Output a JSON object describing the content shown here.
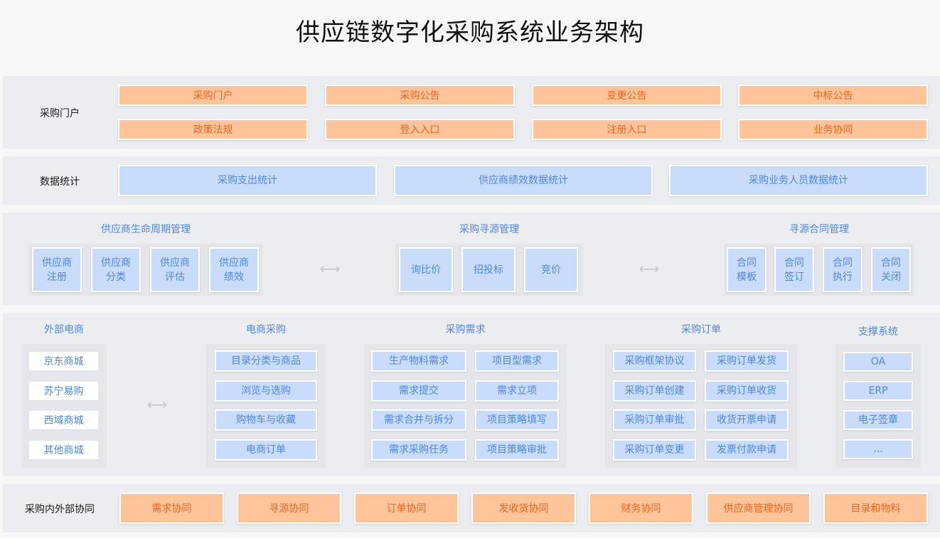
{
  "title": "供应链数字化采购系统业务架构",
  "portal": {
    "label": "采购门户",
    "items": [
      "采购门户",
      "采购公告",
      "变更公告",
      "中标公告",
      "政策法规",
      "登入入口",
      "注册入口",
      "业务协同"
    ]
  },
  "stats": {
    "label": "数据统计",
    "items": [
      "采购支出统计",
      "供应商绩效数据统计",
      "采购业务人员数据统计"
    ]
  },
  "lifecycle": {
    "supplier": {
      "title": "供应商生命周期管理",
      "items": [
        "供应商\n注册",
        "供应商\n分类",
        "供应商\n评估",
        "供应商\n绩效"
      ]
    },
    "sourcing": {
      "title": "采购寻源管理",
      "items": [
        "询比价",
        "招投标",
        "竞价"
      ]
    },
    "contract": {
      "title": "寻源合同管理",
      "items": [
        "合同\n模板",
        "合同\n签订",
        "合同\n执行",
        "合同\n关闭"
      ]
    },
    "arrow": "⟷"
  },
  "business": {
    "external": {
      "title": "外部电商",
      "items": [
        "京东商城",
        "苏宁易购",
        "西域商城",
        "其他商城"
      ]
    },
    "ecommerce": {
      "title": "电商采购",
      "items": [
        "目录分类与商品",
        "浏览与选购",
        "购物车与收藏",
        "电商订单"
      ]
    },
    "demand": {
      "title": "采购需求",
      "items": [
        "生产物料需求",
        "项目型需求",
        "需求提交",
        "需求立项",
        "需求合并与拆分",
        "项目策略填写",
        "需求采购任务",
        "项目策略审批"
      ]
    },
    "order": {
      "title": "采购订单",
      "items": [
        "采购框架协议",
        "采购订单发货",
        "采购订单创建",
        "采购订单收货",
        "采购订单审批",
        "收货开票申请",
        "采购订单变更",
        "发票付款申请"
      ]
    },
    "support": {
      "title": "支撑系统",
      "items": [
        "OA",
        "ERP",
        "电子签章",
        "..."
      ]
    }
  },
  "collab": {
    "label": "采购内外部协同",
    "items": [
      "需求协同",
      "寻源协同",
      "订单协同",
      "发收货协同",
      "财务协同",
      "供应商管理协同",
      "目录和物料"
    ]
  }
}
